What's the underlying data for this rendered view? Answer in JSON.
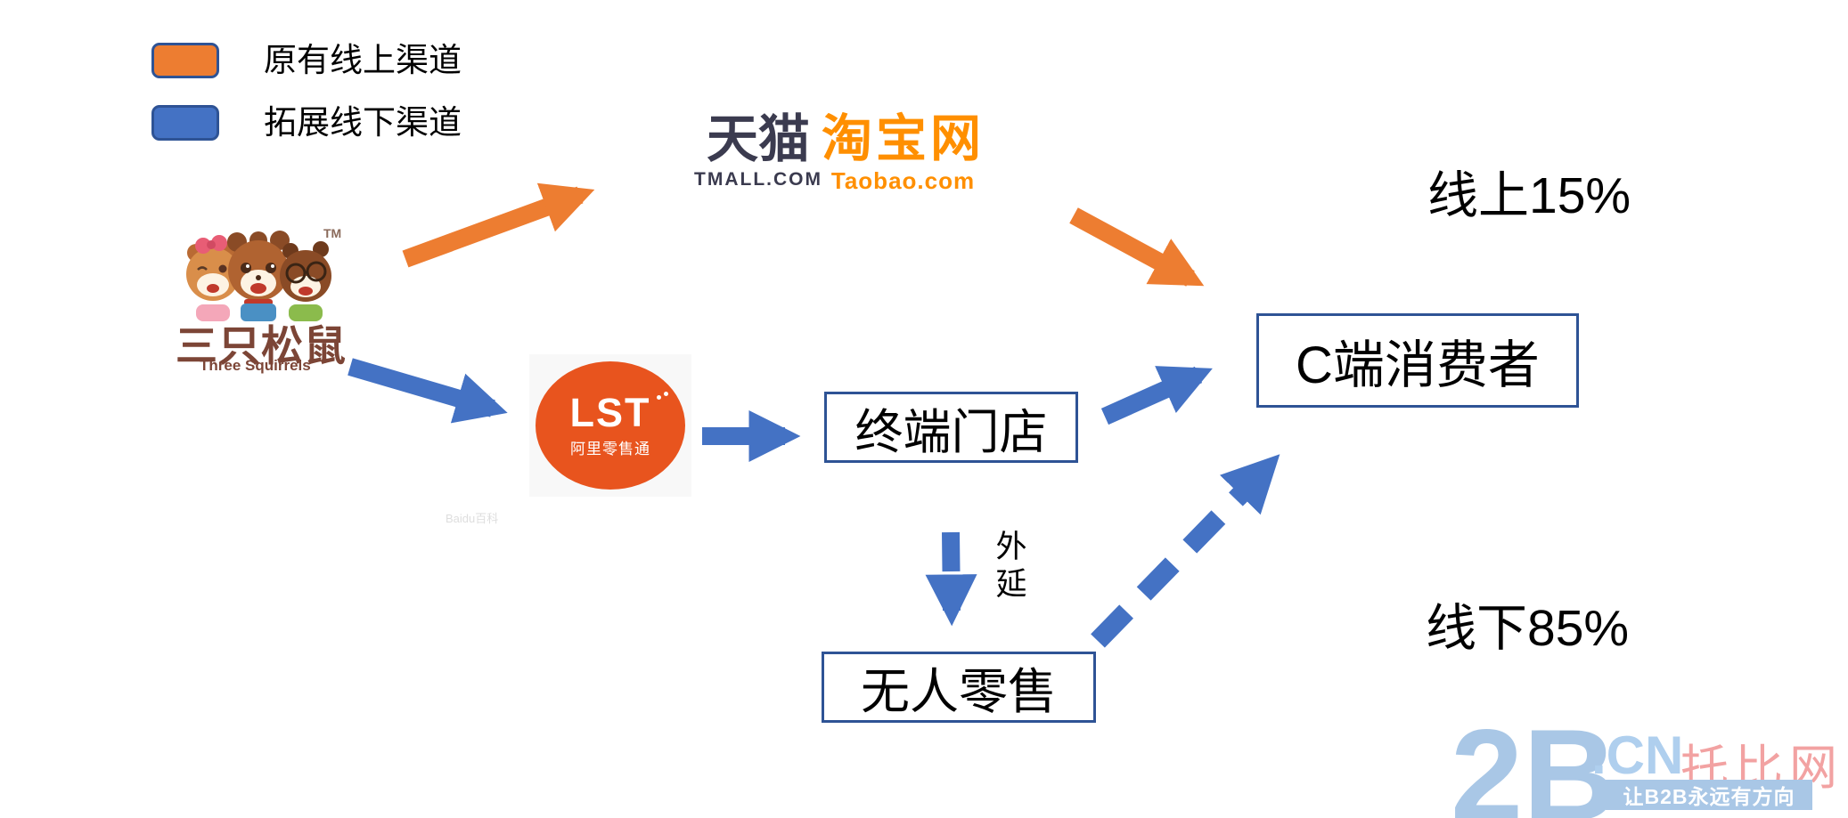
{
  "colors": {
    "online_channel_orange": "#ED7D31",
    "offline_channel_blue": "#4472C4",
    "node_border_blue": "#2E5395",
    "tmall_navy": "#3B3B4F",
    "taobao_orange": "#FF8F00",
    "lst_orange": "#E8541E",
    "brand_brown": "#7C4536",
    "watermark_blue": "#A9C7E6",
    "watermark_pink": "#F2A2A2"
  },
  "legend": {
    "items": [
      {
        "label": "原有线上渠道"
      },
      {
        "label": "拓展线下渠道"
      }
    ]
  },
  "brand": {
    "tm": "TM",
    "name_cn": "三只松鼠",
    "name_en": "Three Squirrels"
  },
  "tmall": {
    "name": "天猫",
    "domain": "TMALL.COM"
  },
  "taobao": {
    "name": "淘宝网",
    "domain": "Taobao.com"
  },
  "lst": {
    "abbr": "LST",
    "name": "阿里零售通"
  },
  "nodes": {
    "terminal_store": "终端门店",
    "consumer": "C端消费者",
    "unmanned_retail": "无人零售"
  },
  "labels": {
    "online_share": "线上15%",
    "offline_share": "线下85%",
    "extension": "外延"
  },
  "watermark": {
    "big": "2B",
    "cn": ".CN",
    "site": "托比网",
    "slogan": "让B2B永远有方向",
    "faint": "Baidu百科"
  }
}
